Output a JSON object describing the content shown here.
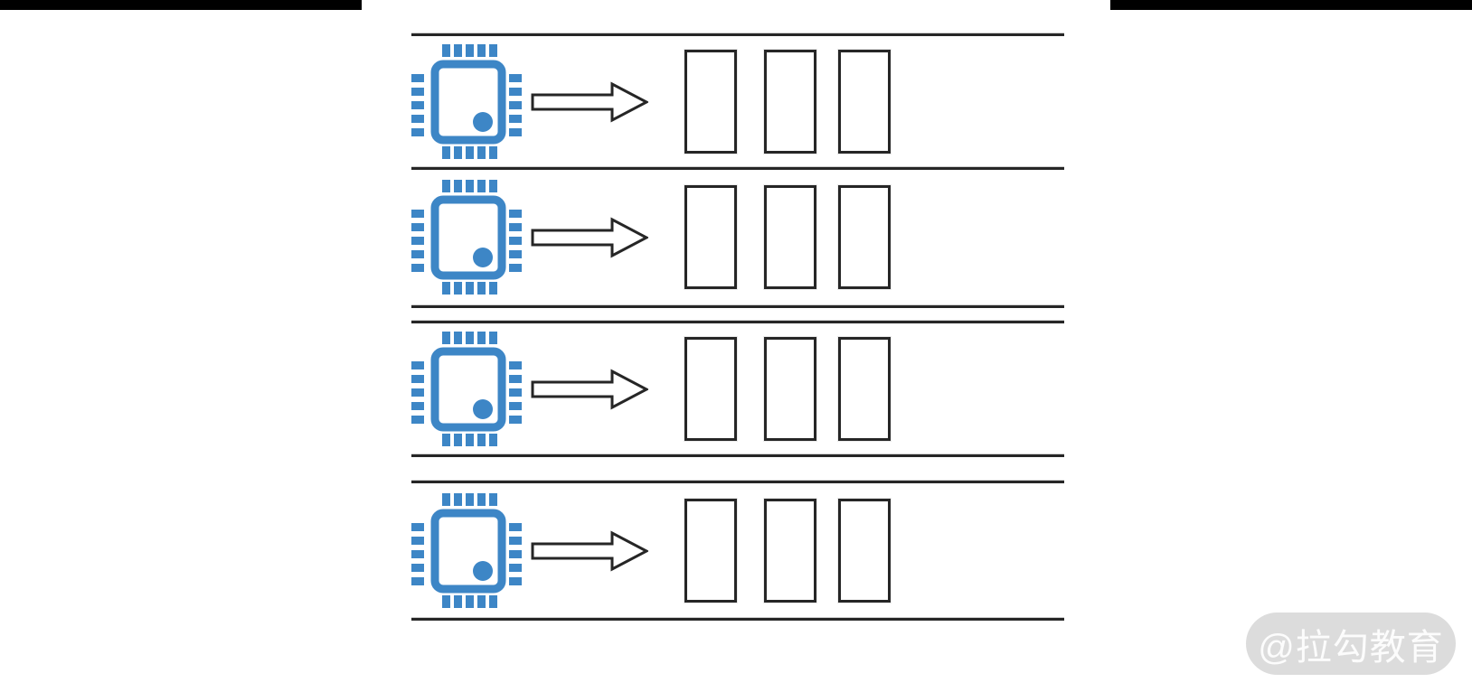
{
  "colors": {
    "accent_blue": "#3D86C6",
    "stroke_dark": "#262626",
    "top_bar_black": "#000000",
    "background": "#FFFFFF",
    "watermark_bg": "#DCDCDC",
    "watermark_text": "#FCFCFC"
  },
  "diagram": {
    "description": "Four worker lanes; in each lane a CPU chip icon points with an arrow to a queue of three empty task slots",
    "rows": [
      {
        "id": "worker-lane-1",
        "icon": "cpu-icon",
        "arrow": "arrow-right-icon",
        "queue_slots": 3
      },
      {
        "id": "worker-lane-2",
        "icon": "cpu-icon",
        "arrow": "arrow-right-icon",
        "queue_slots": 3
      },
      {
        "id": "worker-lane-3",
        "icon": "cpu-icon",
        "arrow": "arrow-right-icon",
        "queue_slots": 3
      },
      {
        "id": "worker-lane-4",
        "icon": "cpu-icon",
        "arrow": "arrow-right-icon",
        "queue_slots": 3
      }
    ]
  },
  "watermark": {
    "label": "@拉勾教育"
  }
}
